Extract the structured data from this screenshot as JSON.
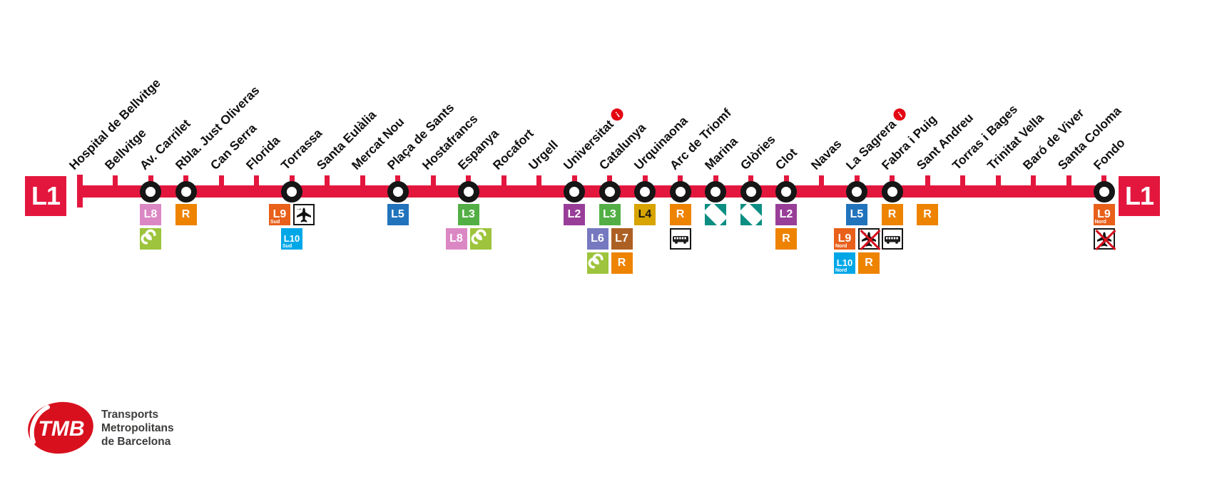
{
  "line": {
    "id": "L1",
    "color": "#E3173E",
    "left_terminal_label": "L1",
    "right_terminal_label": "L1"
  },
  "logo": {
    "tmb_text": "TMB",
    "org_name_lines": [
      "Transports",
      "Metropolitans",
      "de Barcelona"
    ],
    "oval_color": "#D8101E",
    "text_color": "#3c3c3b"
  },
  "colors": {
    "marker_black": "#161616",
    "info_red": "#E30613",
    "cross_red": "#D8101E"
  },
  "badges": {
    "L2": {
      "label": "L2",
      "bg": "#993E98",
      "fg": "#FFFFFF",
      "name": "line-l2-badge"
    },
    "L3": {
      "label": "L3",
      "bg": "#53AF45",
      "fg": "#FFFFFF",
      "name": "line-l3-badge"
    },
    "L4": {
      "label": "L4",
      "bg": "#D8A400",
      "fg": "#161616",
      "name": "line-l4-badge"
    },
    "L5": {
      "label": "L5",
      "bg": "#2173BC",
      "fg": "#FFFFFF",
      "name": "line-l5-badge"
    },
    "L6": {
      "label": "L6",
      "bg": "#7679BF",
      "fg": "#FFFFFF",
      "name": "line-l6-badge"
    },
    "L7": {
      "label": "L7",
      "bg": "#AD6023",
      "fg": "#FFFFFF",
      "name": "line-l7-badge"
    },
    "L8": {
      "label": "L8",
      "bg": "#DB87C4",
      "fg": "#FFFFFF",
      "name": "line-l8-badge"
    },
    "L9S": {
      "label": "L9",
      "sub": "Sud",
      "bg": "#E8601A",
      "fg": "#FFFFFF",
      "name": "line-l9-sud-badge"
    },
    "L9N": {
      "label": "L9",
      "sub": "Nord",
      "bg": "#E8601A",
      "fg": "#FFFFFF",
      "name": "line-l9-nord-badge"
    },
    "L10S": {
      "label": "L10",
      "sub": "Sud",
      "bg": "#00A7E7",
      "fg": "#FFFFFF",
      "name": "line-l10-sud-badge"
    },
    "L10N": {
      "label": "L10",
      "sub": "Nord",
      "bg": "#00A7E7",
      "fg": "#FFFFFF",
      "name": "line-l10-nord-badge"
    },
    "R": {
      "label": "R",
      "bg": "#EE8300",
      "fg": "#FFFFFF",
      "name": "rodalies-badge"
    },
    "FGC": {
      "icon": "fgc",
      "bg": "#9DC43C",
      "name": "fgc-icon"
    },
    "TRAM": {
      "icon": "tram",
      "bg": "#0C8F82",
      "name": "tram-icon"
    },
    "PLANE": {
      "icon": "plane",
      "crossed": false,
      "name": "airport-icon"
    },
    "PLANEX": {
      "icon": "plane",
      "crossed": true,
      "name": "airport-unavailable-icon"
    },
    "BUS": {
      "icon": "bus",
      "name": "bus-station-icon"
    }
  },
  "stations": [
    {
      "name": "Hospital de Bellvitge",
      "type": "terminus",
      "info": false,
      "badges": []
    },
    {
      "name": "Bellvitge",
      "type": "stop",
      "info": false,
      "badges": []
    },
    {
      "name": "Av. Carrilet",
      "type": "interchange",
      "info": false,
      "badges": [
        [
          "L8"
        ],
        [
          "FGC"
        ]
      ]
    },
    {
      "name": "Rbla. Just Oliveras",
      "type": "interchange",
      "info": false,
      "badges": [
        [
          "R"
        ]
      ]
    },
    {
      "name": "Can Serra",
      "type": "stop",
      "info": false,
      "badges": []
    },
    {
      "name": "Florida",
      "type": "stop",
      "info": false,
      "badges": []
    },
    {
      "name": "Torrassa",
      "type": "interchange",
      "info": false,
      "badges": [
        [
          "L9S",
          "PLANE"
        ],
        [
          "L10S"
        ]
      ]
    },
    {
      "name": "Santa Eulàlia",
      "type": "stop",
      "info": false,
      "badges": []
    },
    {
      "name": "Mercat Nou",
      "type": "stop",
      "info": false,
      "badges": []
    },
    {
      "name": "Plaça de Sants",
      "type": "interchange",
      "info": false,
      "badges": [
        [
          "L5"
        ]
      ]
    },
    {
      "name": "Hostafrancs",
      "type": "stop",
      "info": false,
      "badges": []
    },
    {
      "name": "Espanya",
      "type": "interchange",
      "info": false,
      "badges": [
        [
          "L3"
        ],
        [
          "L8",
          "FGC"
        ]
      ]
    },
    {
      "name": "Rocafort",
      "type": "stop",
      "info": false,
      "badges": []
    },
    {
      "name": "Urgell",
      "type": "stop",
      "info": false,
      "badges": []
    },
    {
      "name": "Universitat",
      "type": "interchange",
      "info": true,
      "badges": [
        [
          "L2"
        ]
      ]
    },
    {
      "name": "Catalunya",
      "type": "interchange",
      "info": false,
      "badges": [
        [
          "L3"
        ],
        [
          "L6",
          "L7"
        ],
        [
          "FGC",
          "R"
        ]
      ]
    },
    {
      "name": "Urquinaona",
      "type": "interchange",
      "info": false,
      "badges": [
        [
          "L4"
        ]
      ]
    },
    {
      "name": "Arc de Triomf",
      "type": "interchange",
      "info": false,
      "badges": [
        [
          "R"
        ],
        [
          "BUS"
        ]
      ]
    },
    {
      "name": "Marina",
      "type": "interchange",
      "info": false,
      "badges": [
        [
          "TRAM"
        ]
      ]
    },
    {
      "name": "Glòries",
      "type": "interchange",
      "info": false,
      "badges": [
        [
          "TRAM"
        ]
      ]
    },
    {
      "name": "Clot",
      "type": "interchange",
      "info": false,
      "badges": [
        [
          "L2"
        ],
        [
          "R"
        ]
      ]
    },
    {
      "name": "Navas",
      "type": "stop",
      "info": false,
      "badges": []
    },
    {
      "name": "La Sagrera",
      "type": "interchange",
      "info": true,
      "badges": [
        [
          "L5"
        ],
        [
          "L9N",
          "PLANEX"
        ],
        [
          "L10N",
          "R"
        ]
      ]
    },
    {
      "name": "Fabra i Puig",
      "type": "interchange",
      "info": false,
      "badges": [
        [
          "R"
        ],
        [
          "BUS"
        ]
      ]
    },
    {
      "name": "Sant Andreu",
      "type": "stop",
      "info": false,
      "badges": [
        [
          "R"
        ]
      ]
    },
    {
      "name": "Torras i Bages",
      "type": "stop",
      "info": false,
      "badges": []
    },
    {
      "name": "Trinitat Vella",
      "type": "stop",
      "info": false,
      "badges": []
    },
    {
      "name": "Baró de Viver",
      "type": "stop",
      "info": false,
      "badges": []
    },
    {
      "name": "Santa Coloma",
      "type": "stop",
      "info": false,
      "badges": []
    },
    {
      "name": "Fondo",
      "type": "interchange",
      "info": false,
      "badges": [
        [
          "L9N"
        ],
        [
          "PLANEX"
        ]
      ]
    }
  ]
}
